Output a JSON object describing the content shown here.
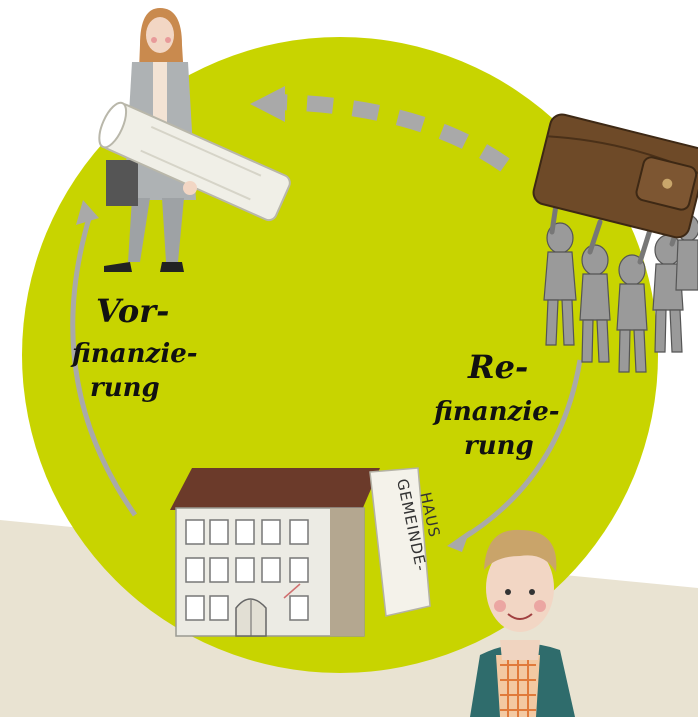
{
  "labels": {
    "left": [
      "Vor-",
      "finanzie-",
      "rung"
    ],
    "right": [
      "Re-",
      "finanzie-",
      "rung"
    ]
  },
  "sign": [
    "GEMEINDE-",
    "HAUS"
  ],
  "colors": {
    "circle": "#c8d400",
    "beige_band": "#e9e3d2",
    "arrow_gray": "#a9a9a9",
    "wallet": "#6e4a28",
    "roof": "#6b3a2a",
    "person_gray": "#9a9a9a"
  },
  "icons": [
    "woman-with-plan-roll",
    "wallet-carried-by-people",
    "community-house",
    "young-man"
  ]
}
